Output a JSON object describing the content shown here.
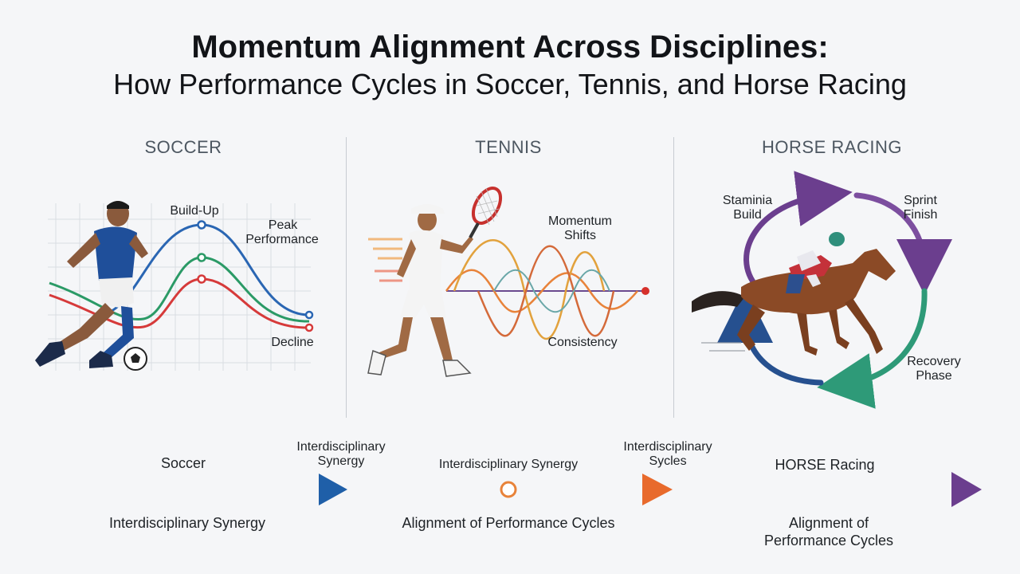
{
  "header": {
    "title": "Momentum Alignment Across Disciplines:",
    "subtitle": "How Performance Cycles in Soccer, Tennis, and Horse Racing"
  },
  "sections": {
    "soccer": {
      "title": "SOCCER",
      "labels": {
        "build_up": "Build-Up",
        "peak_line1": "Peak",
        "peak_line2": "Performance",
        "decline": "Decline"
      }
    },
    "tennis": {
      "title": "TENNIS",
      "labels": {
        "momentum_line1": "Momentum",
        "momentum_line2": "Shifts",
        "consistency": "Consistency"
      }
    },
    "horse_racing": {
      "title": "HORSE RACING",
      "labels": {
        "stamina_line1": "Staminia",
        "stamina_line2": "Build",
        "sprint_line1": "Sprint",
        "sprint_line2": "Finish",
        "recovery_line1": "Recovery",
        "recovery_line2": "Phase"
      }
    }
  },
  "timeline": {
    "above": {
      "soccer": "Soccer",
      "synergy1_line1": "Interdisciplinary",
      "synergy1_line2": "Synergy",
      "synergy_mid": "Interdisciplinary Synergy",
      "cycles_line1": "Interdisciplinary",
      "cycles_line2": "Sycles",
      "horse": "HORSE Racing"
    },
    "below": {
      "left": "Interdisciplinary Synergy",
      "middle": "Alignment of Performance Cycles",
      "right_line1": "Alignment of",
      "right_line2": "Performance Cycles"
    },
    "colors": {
      "blue": "#1f5fa8",
      "orange": "#ea8a2e",
      "purple": "#6b3e8e"
    }
  }
}
